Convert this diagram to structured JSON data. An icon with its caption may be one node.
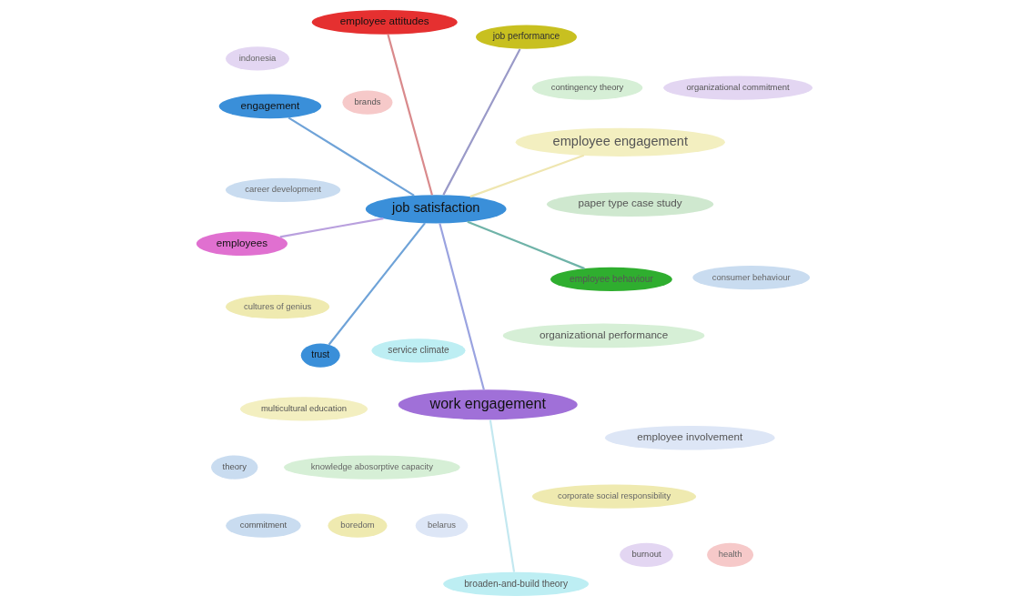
{
  "diagram": {
    "nodes": [
      {
        "text": [
          "consumer behaviour"
        ]
      },
      {
        "text": [
          "corporate social responsibility"
        ]
      },
      {
        "text": [
          "boredom"
        ]
      },
      {
        "text": [
          "commitment"
        ]
      },
      {
        "text": [
          "cultures of genius"
        ]
      },
      {
        "text": [
          "engagement"
        ]
      },
      {
        "text": [
          "theory"
        ]
      },
      {
        "text": [
          "employee engagement"
        ]
      },
      {
        "text": [
          "career development"
        ]
      },
      {
        "text": [
          "trust"
        ]
      },
      {
        "text": [
          "job satisfaction"
        ]
      },
      {
        "text": [
          "job performance"
        ]
      },
      {
        "text": [
          "service climate"
        ]
      },
      {
        "text": [
          "multicultural education"
        ]
      },
      {
        "text": [
          "employee attitudes"
        ]
      },
      {
        "text": [
          "broaden-and-build theory"
        ]
      },
      {
        "text": [
          "employee behaviour"
        ]
      },
      {
        "text": [
          "paper type case study"
        ]
      },
      {
        "text": [
          "brands"
        ]
      },
      {
        "text": [
          "employees"
        ]
      },
      {
        "text": [
          "organizational commitment"
        ]
      },
      {
        "text": [
          "employee involvement"
        ]
      },
      {
        "text": [
          "work engagement"
        ]
      },
      {
        "text": [
          "belarus"
        ]
      },
      {
        "text": [
          "burnout"
        ]
      },
      {
        "text": [
          "organizational performance"
        ]
      },
      {
        "text": [
          "contingency theory"
        ]
      },
      {
        "text": [
          "indonesia"
        ]
      },
      {
        "text": [
          "knowledge abosorptive capacity"
        ]
      },
      {
        "text": [
          "health"
        ]
      }
    ],
    "edges": [
      {
        "from": 5,
        "to": 10,
        "arrow": "none",
        "color": "#6fa3d8"
      },
      {
        "from": 9,
        "to": 10,
        "arrow": "none",
        "color": "#6fa3d8"
      },
      {
        "from": 14,
        "to": 10,
        "arrow": "none",
        "color": "#d98a8c"
      },
      {
        "from": 11,
        "to": 10,
        "arrow": "none",
        "color": "#9a9ac8"
      },
      {
        "from": 16,
        "to": 10,
        "arrow": "none",
        "color": "#6fb3a8"
      },
      {
        "from": 19,
        "to": 10,
        "arrow": "none",
        "color": "#b9a0de"
      },
      {
        "from": 22,
        "to": 10,
        "arrow": "none",
        "color": "#9aa3e0"
      },
      {
        "from": 7,
        "to": 10,
        "arrow": "none",
        "color": "#efe6b0"
      },
      {
        "from": 15,
        "to": 22,
        "arrow": "none",
        "color": "#c3e8f0"
      }
    ]
  }
}
